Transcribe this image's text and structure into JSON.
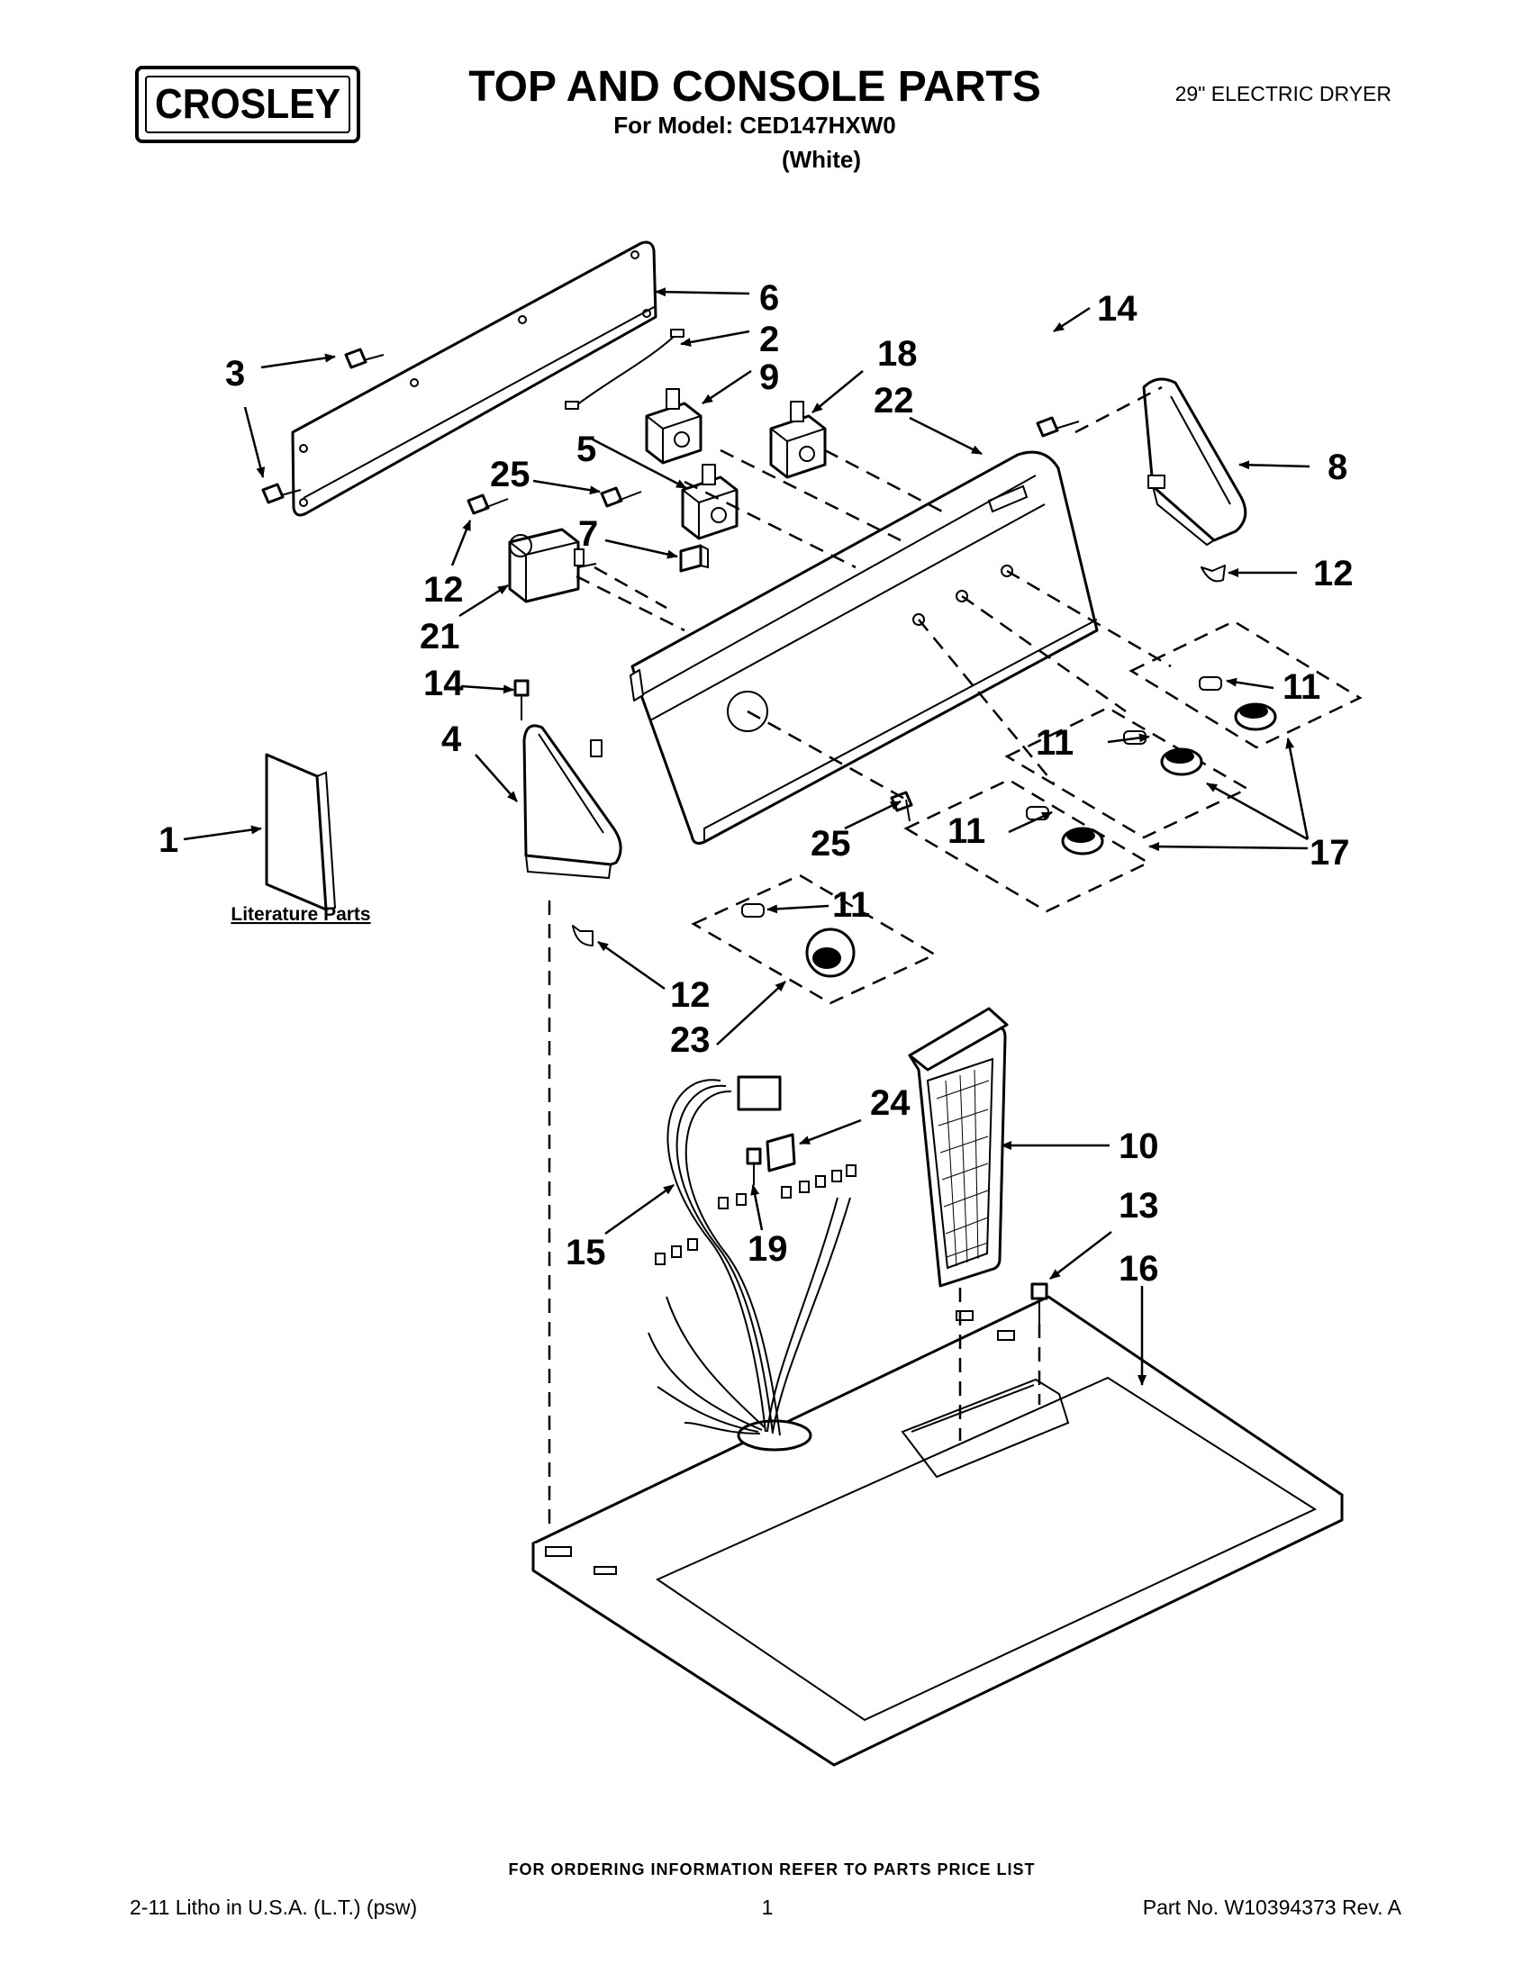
{
  "brand": "CROSLEY",
  "title": "TOP AND CONSOLE PARTS",
  "model_line": "For Model: CED147HXW0",
  "color_line": "(White)",
  "product_type": "29\" ELECTRIC DRYER",
  "literature_label": "Literature Parts",
  "ordering_note": "FOR ORDERING INFORMATION REFER TO PARTS PRICE LIST",
  "footer": {
    "print_info": "2-11 Litho in U.S.A. (L.T.) (psw)",
    "page_number": "1",
    "part_number": "Part No. W10394373 Rev. A"
  },
  "callouts": {
    "c6": "6",
    "c2": "2",
    "c9": "9",
    "c18": "18",
    "c22": "22",
    "c14a": "14",
    "c8": "8",
    "c12a": "12",
    "c3": "3",
    "c5": "5",
    "c25a": "25",
    "c7": "7",
    "c12b": "12",
    "c21": "21",
    "c14b": "14",
    "c4": "4",
    "c11a": "11",
    "c11b": "11",
    "c11c": "11",
    "c11d": "11",
    "c17": "17",
    "c1": "1",
    "c25b": "25",
    "c12c": "12",
    "c23": "23",
    "c24": "24",
    "c10": "10",
    "c13": "13",
    "c16": "16",
    "c15": "15",
    "c19": "19"
  }
}
